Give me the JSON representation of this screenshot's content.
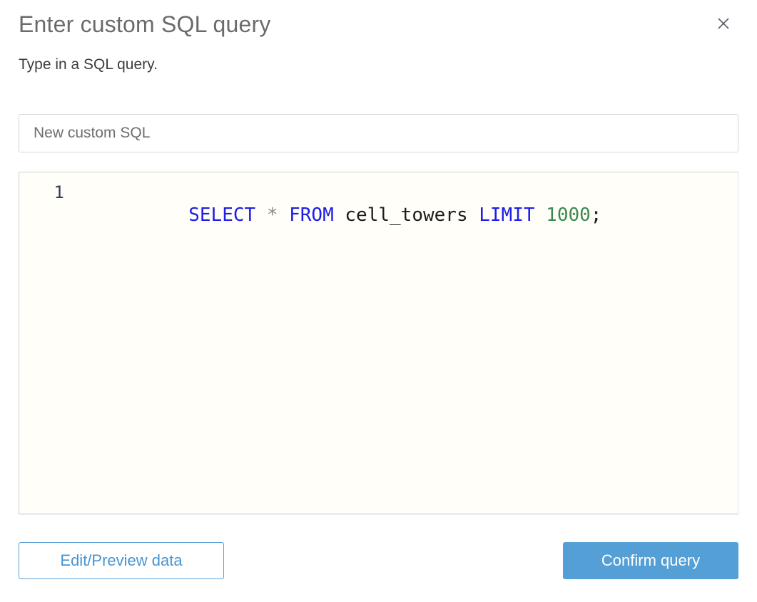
{
  "dialog": {
    "title": "Enter custom SQL query",
    "subtitle": "Type in a SQL query."
  },
  "icons": {
    "close": "cross-x"
  },
  "name_input": {
    "value": "New custom SQL"
  },
  "editor": {
    "line_number": "1",
    "query": "SELECT * FROM cell_towers LIMIT 1000;",
    "tokens": [
      {
        "text": "SELECT ",
        "type": "keyword"
      },
      {
        "text": "* ",
        "type": "operator"
      },
      {
        "text": "FROM ",
        "type": "keyword"
      },
      {
        "text": "cell_towers ",
        "type": "identifier"
      },
      {
        "text": "LIMIT ",
        "type": "keyword"
      },
      {
        "text": "1000",
        "type": "number"
      },
      {
        "text": ";",
        "type": "punctuation"
      }
    ]
  },
  "buttons": {
    "edit_preview": "Edit/Preview data",
    "confirm": "Confirm query"
  },
  "colors": {
    "keyword_blue": "#1d1de8",
    "number_green": "#3c8950",
    "operator_gray": "#8c8c8c",
    "identifier_black": "#1c1c1c",
    "accent_button_blue": "#539fd6",
    "secondary_button_text": "#4795d2",
    "editor_background": "#fffef8",
    "title_gray": "#6b6b6b"
  }
}
